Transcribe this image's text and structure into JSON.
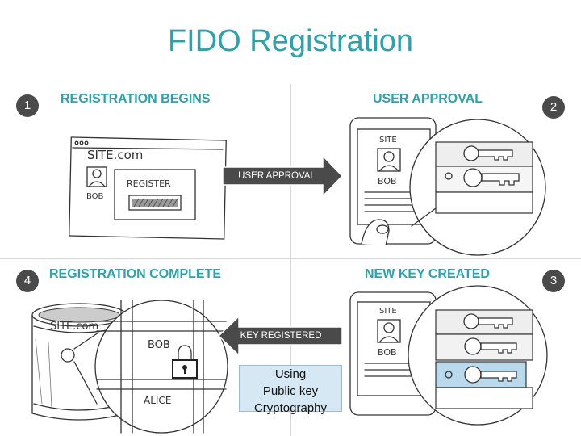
{
  "title": "FIDO Registration",
  "steps": [
    {
      "num": "1",
      "label": "REGISTRATION BEGINS"
    },
    {
      "num": "2",
      "label": "USER APPROVAL"
    },
    {
      "num": "3",
      "label": "NEW KEY CREATED"
    },
    {
      "num": "4",
      "label": "REGISTRATION COMPLETE"
    }
  ],
  "arrows": {
    "right": "USER APPROVAL",
    "left": "KEY REGISTERED"
  },
  "note": {
    "line1": "Using",
    "line2": "Public key",
    "line3": "Cryptography"
  },
  "sketch_text": {
    "site_url": "SITE.com",
    "register": "REGISTER",
    "bob": "BOB",
    "site": "SITE",
    "alice": "ALICE"
  },
  "colors": {
    "accent": "#2aa3ae",
    "badge": "#4a4a4a",
    "arrow": "#4a4a4a",
    "note_bg": "#d6e8f4",
    "new_key_highlight": "#b9d9ec"
  }
}
